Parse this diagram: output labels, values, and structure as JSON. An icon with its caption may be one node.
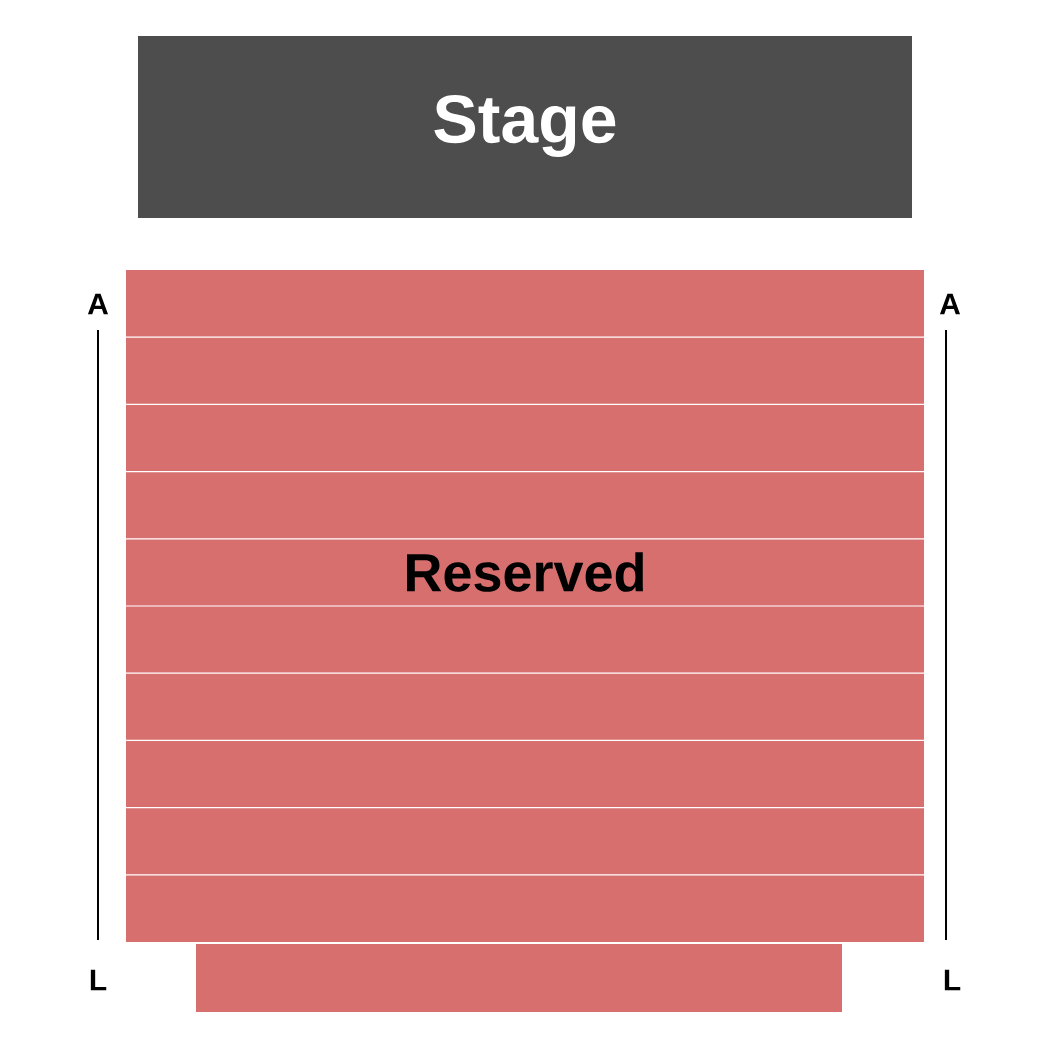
{
  "diagram": {
    "nodes": [
      {
        "text": [
          "Stage"
        ]
      },
      {
        "text": [
          "Reserved"
        ]
      },
      {
        "text": [],
        "shape": "bar"
      }
    ],
    "labels": [
      "A",
      "A",
      "L",
      "L"
    ]
  }
}
